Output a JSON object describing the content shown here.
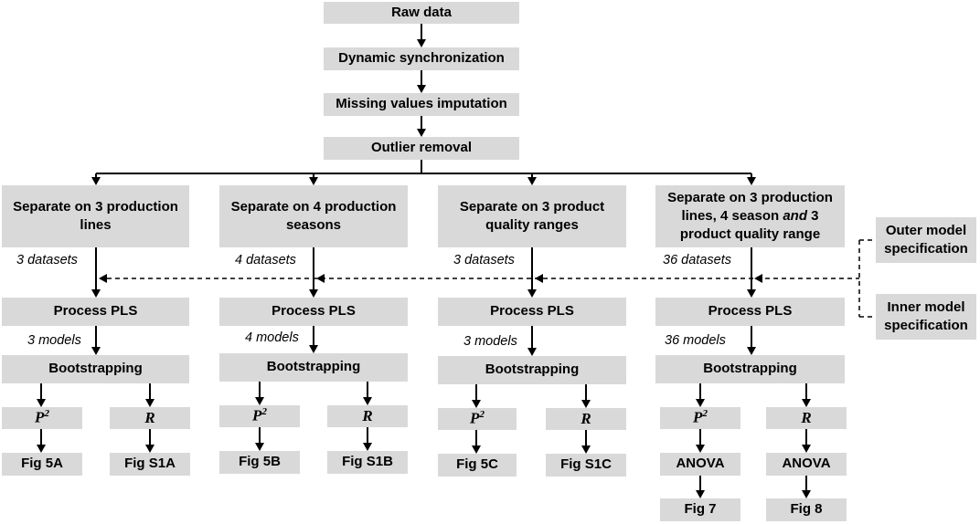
{
  "boxes": {
    "raw_data": "Raw data",
    "dynamic_sync": "Dynamic synchronization",
    "missing_values": "Missing values imputation",
    "outlier_removal": "Outlier removal",
    "separate_lines": "Separate on 3 production lines",
    "separate_seasons": "Separate on 4 production seasons",
    "separate_quality": "Separate on 3 product quality ranges",
    "separate_all_pre": "Separate on 3 production lines, 4 season ",
    "separate_all_and": "and",
    "separate_all_post": " 3 product quality range",
    "outer_model": "Outer model specification",
    "inner_model": "Inner model specification",
    "process_pls": "Process PLS",
    "bootstrapping": "Bootstrapping",
    "p2_base": "P",
    "p2_exp": "2",
    "r": "R",
    "fig_5a": "Fig 5A",
    "fig_s1a": "Fig S1A",
    "fig_5b": "Fig 5B",
    "fig_s1b": "Fig S1B",
    "fig_5c": "Fig 5C",
    "fig_s1c": "Fig S1C",
    "anova": "ANOVA",
    "fig_7": "Fig 7",
    "fig_8": "Fig 8"
  },
  "labels": {
    "datasets_lines": "3 datasets",
    "datasets_seasons": "4 datasets",
    "datasets_quality": "3 datasets",
    "datasets_all": "36 datasets",
    "models_lines": "3 models",
    "models_seasons": "4 models",
    "models_quality": "3 models",
    "models_all": "36 models"
  },
  "colors": {
    "box_fill": "#d9d9d9",
    "line": "#000000"
  }
}
